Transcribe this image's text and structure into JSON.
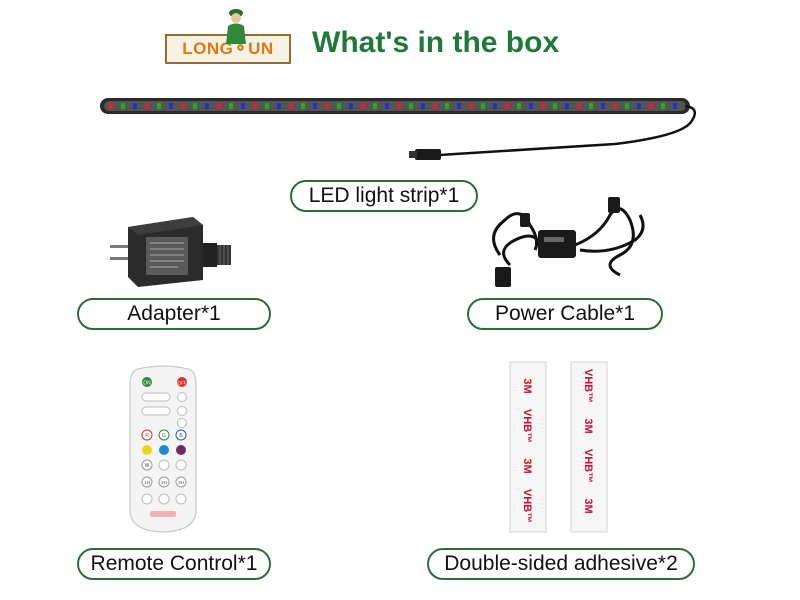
{
  "header": {
    "logo_text": "LONG⚬UN",
    "title": "What's in the box"
  },
  "items": {
    "strip": "LED light strip*1",
    "adapter": "Adapter*1",
    "power_cable": "Power Cable*1",
    "remote": "Remote Control*1",
    "adhesive": "Double-sided adhesive*2"
  },
  "remote_buttons": {
    "on": "ON",
    "off": "OFF",
    "r": "R",
    "g": "G",
    "b": "B",
    "w": "W",
    "h1": "1H",
    "h2": "2H",
    "h3": "3H"
  },
  "adhesive_brand": "3M",
  "adhesive_mark": "VHB™",
  "colors": {
    "title_green": "#1f7a3a",
    "pill_border": "#2e6b3a",
    "logo_orange": "#e07a10",
    "tape_red": "#c8102e"
  }
}
